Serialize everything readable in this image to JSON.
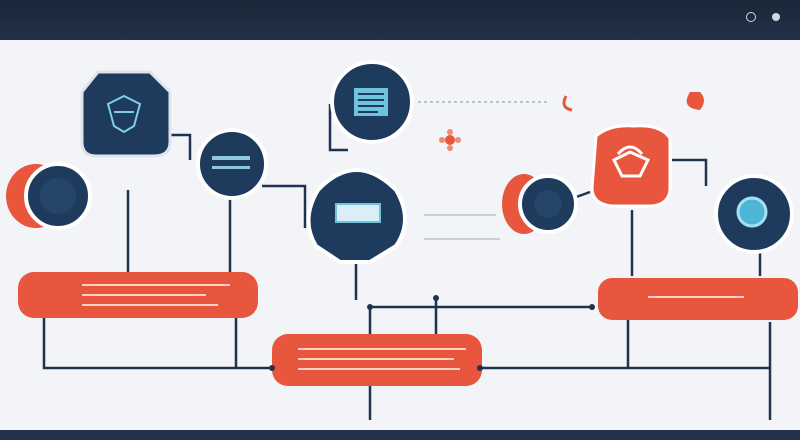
{
  "window": {
    "status_label": "",
    "user_label": ""
  },
  "colors": {
    "navy": "#1e3a5c",
    "orange": "#e8573d",
    "light": "#f3f4f7",
    "line": "#1f3350"
  },
  "nodes": [
    {
      "id": "shield-node",
      "icon": "shield-icon"
    },
    {
      "id": "left-circle-node",
      "icon": "database-icon"
    },
    {
      "id": "mid-circle-node",
      "icon": "server-icon"
    },
    {
      "id": "document-node",
      "icon": "document-icon"
    },
    {
      "id": "monitor-node",
      "icon": "monitor-icon"
    },
    {
      "id": "lock-node",
      "icon": "lock-icon"
    },
    {
      "id": "right-circle-node",
      "icon": "globe-icon"
    },
    {
      "id": "right-small-node",
      "icon": "database-icon"
    }
  ],
  "bars": [
    {
      "id": "left-bar",
      "text": ""
    },
    {
      "id": "center-bar",
      "text": ""
    },
    {
      "id": "right-bar",
      "text": ""
    }
  ]
}
